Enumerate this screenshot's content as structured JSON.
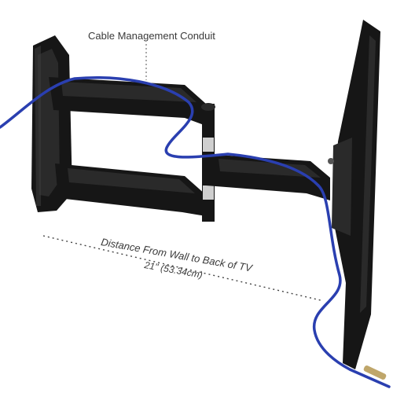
{
  "labels": {
    "cable_conduit": "Cable Management Conduit",
    "distance": "Distance From Wall to Back of TV",
    "measurement": "21\" (53.34cm)"
  },
  "colors": {
    "background": "#ffffff",
    "mount_black": "#161616",
    "highlight": "#3c3c3c",
    "cable_blue": "#2a3fb0",
    "dotted_line": "#444444",
    "caption_text": "#3a3a3a"
  }
}
